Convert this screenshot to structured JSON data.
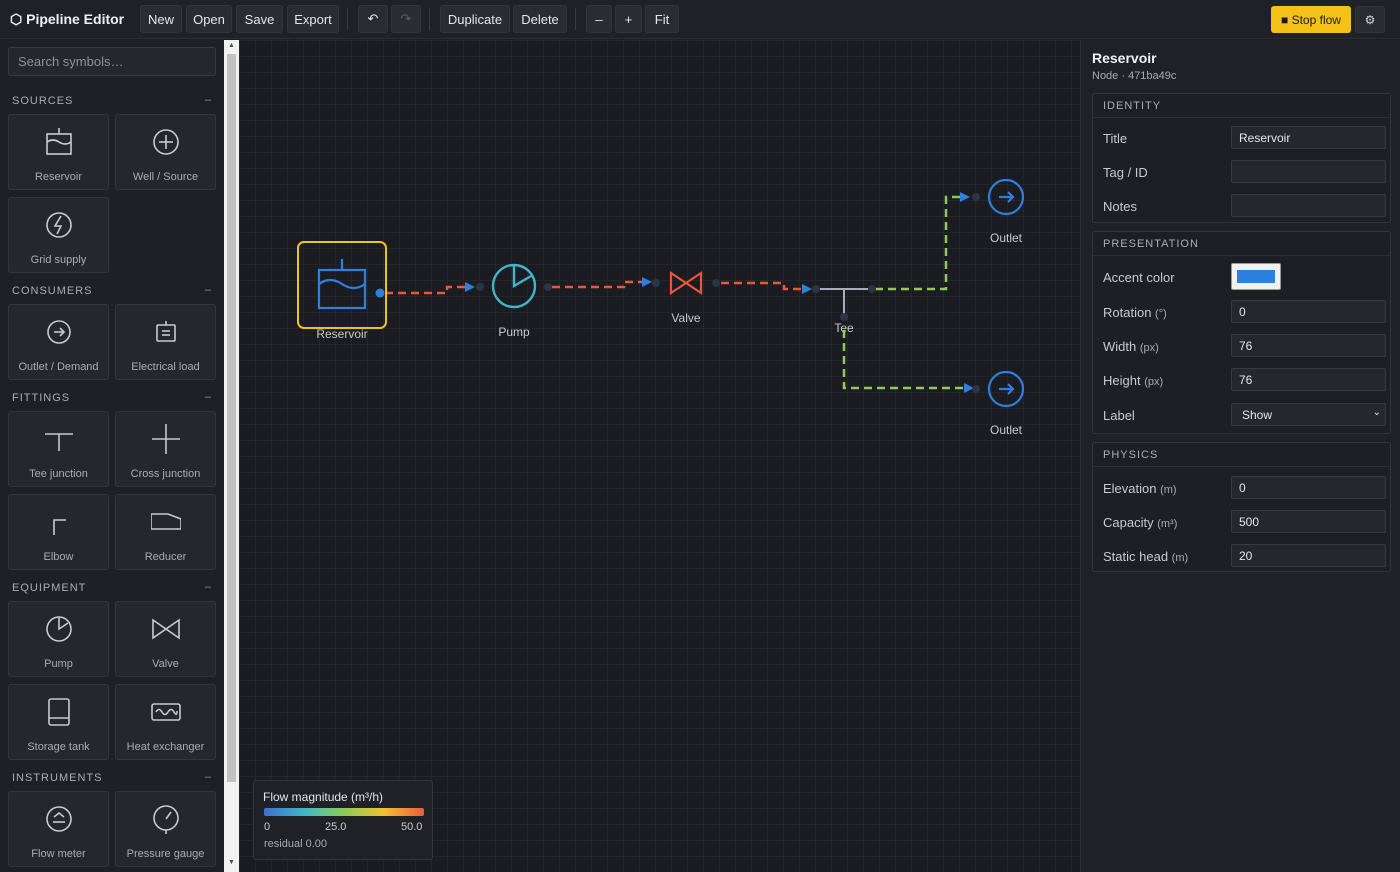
{
  "app": {
    "title": "⬡ Pipeline Editor"
  },
  "toolbar": {
    "new": "New",
    "open": "Open",
    "save": "Save",
    "export": "Export",
    "undo": "↶",
    "redo": "↷",
    "duplicate": "Duplicate",
    "delete": "Delete",
    "zoom_out": "–",
    "zoom_in": "+",
    "fit": "Fit",
    "stop_flow": "■ Stop flow",
    "settings": "⚙"
  },
  "palette": {
    "search_placeholder": "Search symbols…",
    "collapse_glyph": "–",
    "sections": [
      {
        "title": "SOURCES",
        "items": [
          {
            "label": "Reservoir",
            "icon": "reservoir-icon"
          },
          {
            "label": "Well / Source",
            "icon": "well-icon"
          },
          {
            "label": "Grid supply",
            "icon": "lightning-icon"
          }
        ]
      },
      {
        "title": "CONSUMERS",
        "items": [
          {
            "label": "Outlet / Demand",
            "icon": "outlet-icon"
          },
          {
            "label": "Electrical load",
            "icon": "load-icon"
          }
        ]
      },
      {
        "title": "FITTINGS",
        "items": [
          {
            "label": "Tee junction",
            "icon": "tee-icon"
          },
          {
            "label": "Cross junction",
            "icon": "cross-icon"
          },
          {
            "label": "Elbow",
            "icon": "elbow-icon"
          },
          {
            "label": "Reducer",
            "icon": "reducer-icon"
          }
        ]
      },
      {
        "title": "EQUIPMENT",
        "items": [
          {
            "label": "Pump",
            "icon": "pump-icon"
          },
          {
            "label": "Valve",
            "icon": "valve-icon"
          },
          {
            "label": "Storage tank",
            "icon": "tank-icon"
          },
          {
            "label": "Heat exchanger",
            "icon": "heat-exchanger-icon"
          }
        ]
      },
      {
        "title": "INSTRUMENTS",
        "items": [
          {
            "label": "Flow meter",
            "icon": "flow-meter-icon"
          },
          {
            "label": "Pressure gauge",
            "icon": "pressure-gauge-icon"
          }
        ]
      }
    ]
  },
  "canvas": {
    "nodes": {
      "reservoir": "Reservoir",
      "pump": "Pump",
      "valve": "Valve",
      "tee": "Tee",
      "outlet_top": "Outlet",
      "outlet_bottom": "Outlet"
    },
    "colors": {
      "hot": "#e8573a",
      "cool": "#8ccc56",
      "selected": "#f3c117",
      "node_blue": "#2f7fdf",
      "pump_teal": "#3fb7c6"
    },
    "legend": {
      "title": "Flow magnitude (m³/h)",
      "min": "0",
      "mid": "25.0",
      "max": "50.0",
      "residual": "residual 0.00"
    }
  },
  "inspector": {
    "title": "Reservoir",
    "subtitle": "Node · 471ba49c",
    "identity": {
      "head": "IDENTITY",
      "title_label": "Title",
      "title_value": "Reservoir",
      "tag_label": "Tag / ID",
      "tag_value": "",
      "notes_label": "Notes",
      "notes_value": ""
    },
    "presentation": {
      "head": "PRESENTATION",
      "accent_label": "Accent color",
      "accent_value": "#2f7fdf",
      "rotation_label": "Rotation",
      "rotation_unit": "(°)",
      "rotation_value": "0",
      "width_label": "Width",
      "width_unit": "(px)",
      "width_value": "76",
      "height_label": "Height",
      "height_unit": "(px)",
      "height_value": "76",
      "label_label": "Label",
      "label_value": "Show"
    },
    "physics": {
      "head": "PHYSICS",
      "elevation_label": "Elevation",
      "elevation_unit": "(m)",
      "elevation_value": "0",
      "capacity_label": "Capacity",
      "capacity_unit": "(m³)",
      "capacity_value": "500",
      "head_label": "Static head",
      "head_unit": "(m)",
      "head_value": "20"
    }
  }
}
